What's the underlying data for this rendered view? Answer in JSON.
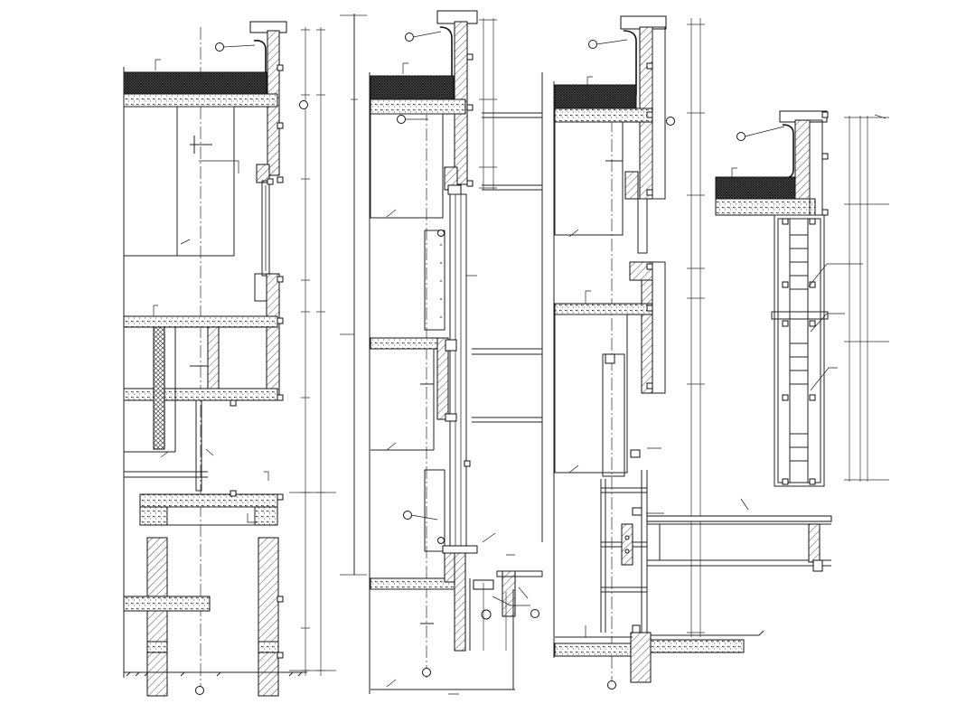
{
  "drawing": {
    "sections": [
      {
        "id": "section-a"
      },
      {
        "id": "section-b"
      },
      {
        "id": "section-c"
      },
      {
        "id": "section-d"
      }
    ]
  }
}
